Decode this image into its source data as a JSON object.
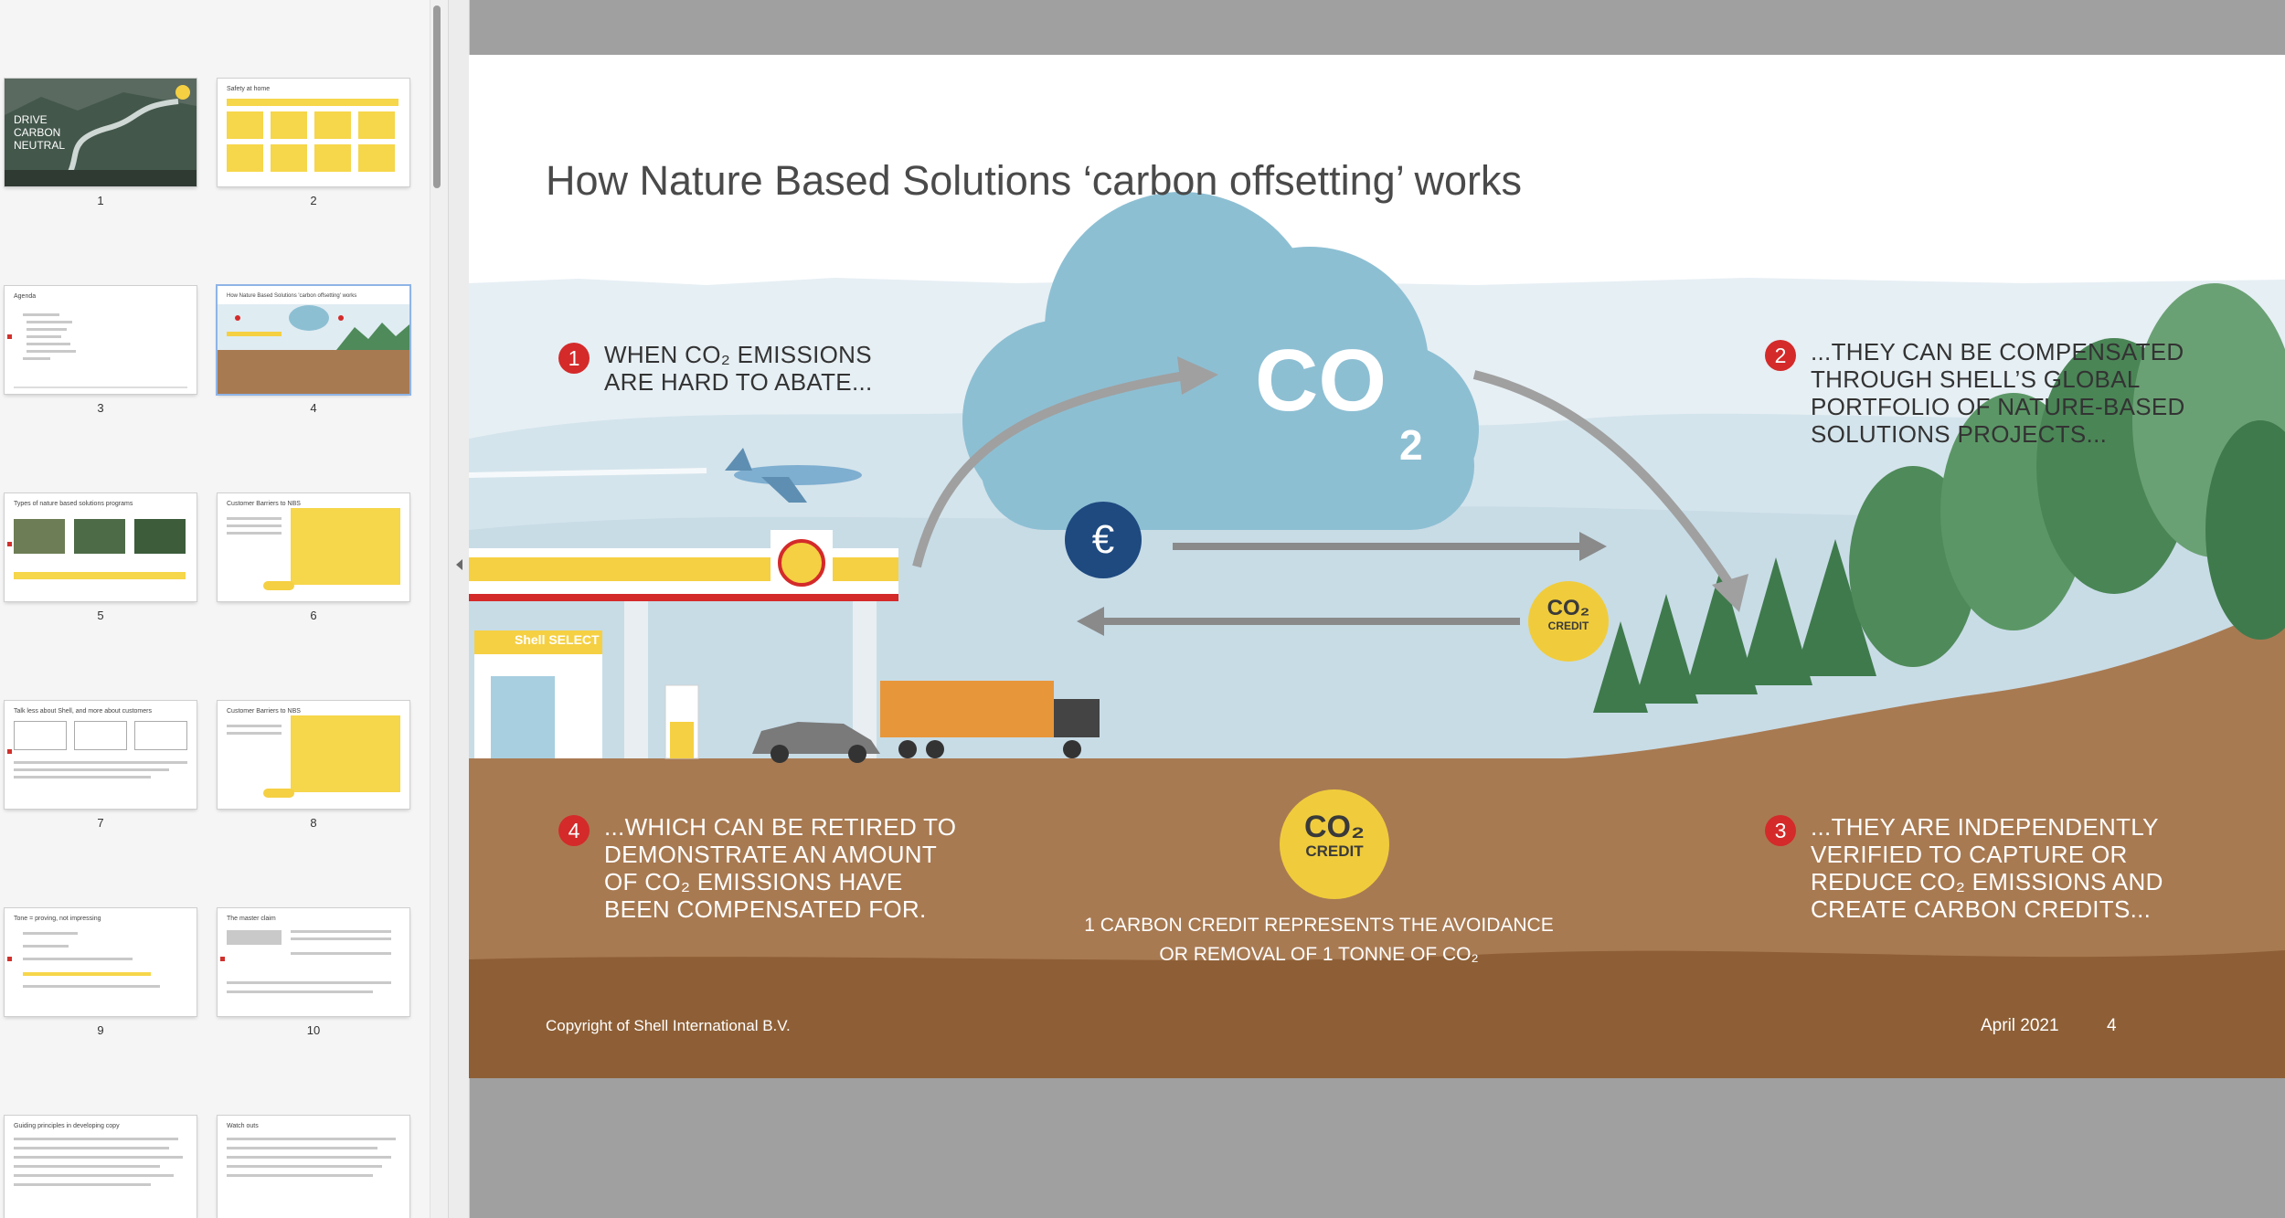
{
  "thumbnails": [
    {
      "num": "1",
      "title": "DRIVE CARBON NEUTRAL"
    },
    {
      "num": "2",
      "title": "Safety at home"
    },
    {
      "num": "3",
      "title": "Agenda"
    },
    {
      "num": "4",
      "title": "How Nature Based Solutions 'carbon offsetting' works"
    },
    {
      "num": "5",
      "title": "Types of nature based solutions programs"
    },
    {
      "num": "6",
      "title": "Customer Barriers to NBS"
    },
    {
      "num": "7",
      "title": "Talk less about Shell, and more about customers"
    },
    {
      "num": "8",
      "title": "Customer Barriers to NBS"
    },
    {
      "num": "9",
      "title": "Tone = proving, not impressing"
    },
    {
      "num": "10",
      "title": "The master claim"
    },
    {
      "num": "",
      "title": "Guiding principles in developing copy"
    },
    {
      "num": "",
      "title": "Watch outs"
    }
  ],
  "slide": {
    "title": "How Nature Based Solutions ‘carbon offsetting’ works",
    "cloud_label": "CO",
    "cloud_sub": "2",
    "euro": "€",
    "steps": [
      {
        "num": "1",
        "lines": [
          "WHEN CO₂ EMISSIONS",
          "ARE HARD TO ABATE..."
        ]
      },
      {
        "num": "2",
        "lines": [
          "...THEY CAN BE COMPENSATED",
          "THROUGH SHELL’S GLOBAL",
          "PORTFOLIO OF NATURE-BASED",
          "SOLUTIONS PROJECTS..."
        ]
      },
      {
        "num": "3",
        "lines": [
          "...THEY ARE INDEPENDENTLY",
          "VERIFIED TO CAPTURE OR",
          "REDUCE CO₂ EMISSIONS AND",
          "CREATE CARBON CREDITS..."
        ]
      },
      {
        "num": "4",
        "lines": [
          "...WHICH CAN BE RETIRED TO",
          "DEMONSTRATE AN AMOUNT",
          "OF CO₂ EMISSIONS HAVE",
          "BEEN COMPENSATED FOR."
        ]
      }
    ],
    "coin_small": {
      "top": "CO₂",
      "bottom": "CREDIT"
    },
    "coin_large": {
      "top": "CO₂",
      "bottom": "CREDIT"
    },
    "credit_note_1": "1 CARBON CREDIT REPRESENTS THE AVOIDANCE",
    "credit_note_2": "OR REMOVAL OF 1 TONNE OF CO₂",
    "shop_sign": "Shell SELECT",
    "copyright": "Copyright of Shell International B.V.",
    "date": "April 2021",
    "page_number": "4"
  },
  "colors": {
    "shell_yellow": "#f5d042",
    "shell_red": "#d42a2a",
    "soil": "#a87a52",
    "sky": "#d6e6ef",
    "tree_green": "#4f8a5a"
  }
}
